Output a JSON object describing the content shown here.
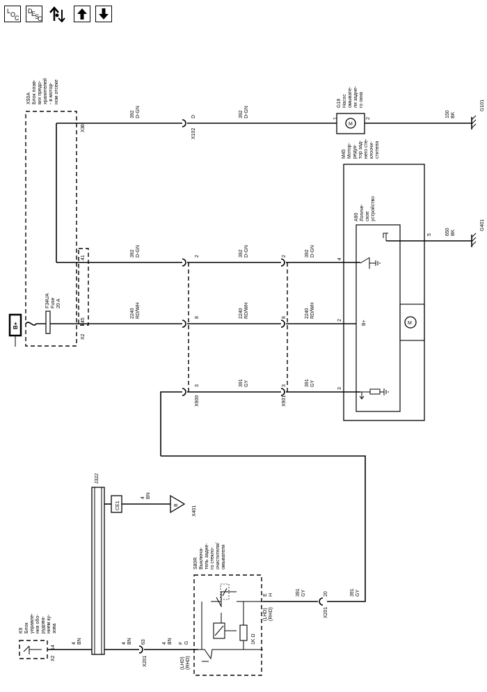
{
  "toolbar": {
    "loc": [
      "L",
      "O",
      "C"
    ],
    "desc": [
      "D",
      "E",
      "S",
      "C"
    ],
    "icons": [
      "loc-button-icon",
      "desc-button-icon",
      "connector-swap-icon",
      "arrow-up-icon",
      "arrow-down-icon"
    ]
  },
  "modules": {
    "x50a": [
      "X50A",
      "Блок плав-",
      "ких предо-",
      "хранителей",
      "- в мотор-",
      "ном отсеке"
    ],
    "g19": [
      "G19",
      "Насос",
      "омывате-",
      "ля задне-",
      "го окна"
    ],
    "m45": [
      "M45",
      "Мотор-",
      "редук-",
      "тор зад-",
      "него сте-",
      "клоочи-",
      "стителя"
    ],
    "a90": [
      "A90",
      "Логиче-",
      "ское",
      "устройство"
    ],
    "s80r": [
      "S80R",
      "Выключа-",
      "тель задне-",
      "го стекло-",
      "очистителя/",
      "омывателя"
    ],
    "k9": [
      "K9",
      "Блок",
      "управле-",
      "ния обо-",
      "рудова-",
      "нием ку-",
      "зова"
    ]
  },
  "fuse": {
    "name": "F34UA",
    "type": "Fuse",
    "rating": "20 A"
  },
  "power": "B+",
  "mplus": "B+",
  "resistor": "1K Ω",
  "splice": {
    "name": "J322",
    "ce": "CE1"
  },
  "grounds": {
    "g101": "G101",
    "g401": "G401",
    "x401": "X401",
    "b": "B"
  },
  "connectors": {
    "x3": "X3",
    "x2": "X2",
    "x102": "X102",
    "x900": "X900",
    "x901": "X901",
    "x201a": "X201",
    "x201b": "X201",
    "x2k9": "X2"
  },
  "pins": {
    "x3_6": "6",
    "x3_41": "41",
    "x2_45": "45",
    "x102_d": "D",
    "g19_1": "1",
    "g19_2": "2",
    "x900_2": "2",
    "x900_8": "8",
    "x900_3": "3",
    "x901_2": "2",
    "x901_8": "8",
    "x901_3": "3",
    "m45_4": "4",
    "m45_2": "2",
    "m45_3": "3",
    "m45_5": "5",
    "x201_20": "20",
    "x201_63": "63",
    "k9_14": "14",
    "s80r_e": "E",
    "s80r_h": "H",
    "s80r_f": "F",
    "s80r_g": "G"
  },
  "wire_labels": {
    "w392a": [
      "392",
      "D-GN"
    ],
    "w392b": [
      "392",
      "D-GN"
    ],
    "w392c": [
      "392",
      "D-GN"
    ],
    "w392d": [
      "392",
      "D-GN"
    ],
    "w392e": [
      "392",
      "D-GN"
    ],
    "w2240a": [
      "2240",
      "RD/WH"
    ],
    "w2240b": [
      "2240",
      "RD/WH"
    ],
    "w2240c": [
      "2240",
      "RD/WH"
    ],
    "w391a": [
      "391",
      "GY"
    ],
    "w391b": [
      "391",
      "GY"
    ],
    "w391c": [
      "391",
      "GY"
    ],
    "w391d": [
      "391",
      "GY"
    ],
    "w150": [
      "150",
      "BK"
    ],
    "w650": [
      "650",
      "BK"
    ],
    "w4a": [
      "4",
      "BN"
    ],
    "w4b": [
      "4",
      "BN"
    ],
    "w4c": [
      "4",
      "BN"
    ],
    "w4d": [
      "4",
      "BN"
    ]
  },
  "lhd_rhd_1": [
    "(LHD)",
    "(RHD)"
  ],
  "lhd_rhd_2": [
    "(LHD)",
    "(RHD)"
  ]
}
